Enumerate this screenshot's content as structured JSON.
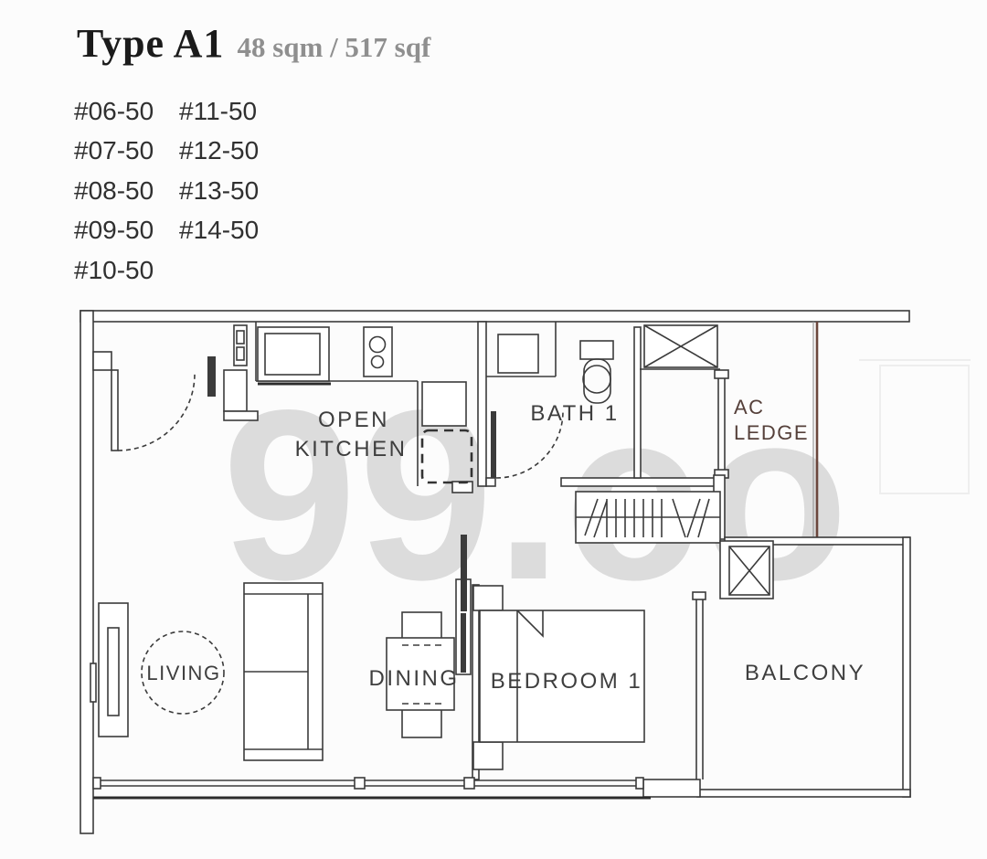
{
  "header": {
    "type_label": "Type A1",
    "area_label": "48 sqm / 517 sqf"
  },
  "units": {
    "column1": [
      "#06-50",
      "#07-50",
      "#08-50",
      "#09-50",
      "#10-50"
    ],
    "column2": [
      "#11-50",
      "#12-50",
      "#13-50",
      "#14-50"
    ]
  },
  "rooms": {
    "kitchen_line1": "OPEN",
    "kitchen_line2": "KITCHEN",
    "bath": "BATH 1",
    "ac_ledge_line1": "AC",
    "ac_ledge_line2": "LEDGE",
    "living": "LIVING",
    "dining": "DINING",
    "bedroom": "BEDROOM 1",
    "balcony": "BALCONY"
  },
  "watermark": "99.co",
  "colors": {
    "wall_line": "#3b3b3b",
    "label_text": "#3e3e3e",
    "ac_label_text": "#55403a",
    "ac_ledge_edge_line": "#6b463c",
    "title_text": "#1b1b1b",
    "subtitle_text": "#8f8f8f",
    "unit_text": "#303030",
    "watermark_text": "#dcdcdc",
    "background": "#fcfcfc"
  }
}
